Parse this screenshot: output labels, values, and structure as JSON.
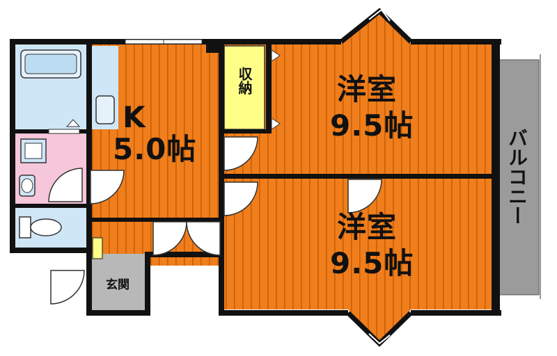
{
  "rooms": {
    "kitchen": {
      "type_label": "K",
      "size_label": "5.0帖"
    },
    "western_room_1": {
      "name": "洋室",
      "size_label": "9.5帖"
    },
    "western_room_2": {
      "name": "洋室",
      "size_label": "9.5帖"
    },
    "storage": {
      "label": "収納"
    },
    "entrance": {
      "label": "玄関"
    },
    "balcony": {
      "label": "バルコニー"
    }
  },
  "colors": {
    "floor_orange": "#f07e1c",
    "floor_stripe": "#c85e05",
    "wall": "#111111",
    "bath_blue": "#cfe6f7",
    "washroom_pink": "#f6c6da",
    "storage_yellow": "#ffff88",
    "balcony_gray": "#9b9b9b",
    "entrance_gray": "#b8b8b8"
  },
  "icons": [
    "bathtub-icon",
    "sink-icon",
    "toilet-icon",
    "washing-machine-icon",
    "door-swing-icon",
    "window-icon"
  ]
}
